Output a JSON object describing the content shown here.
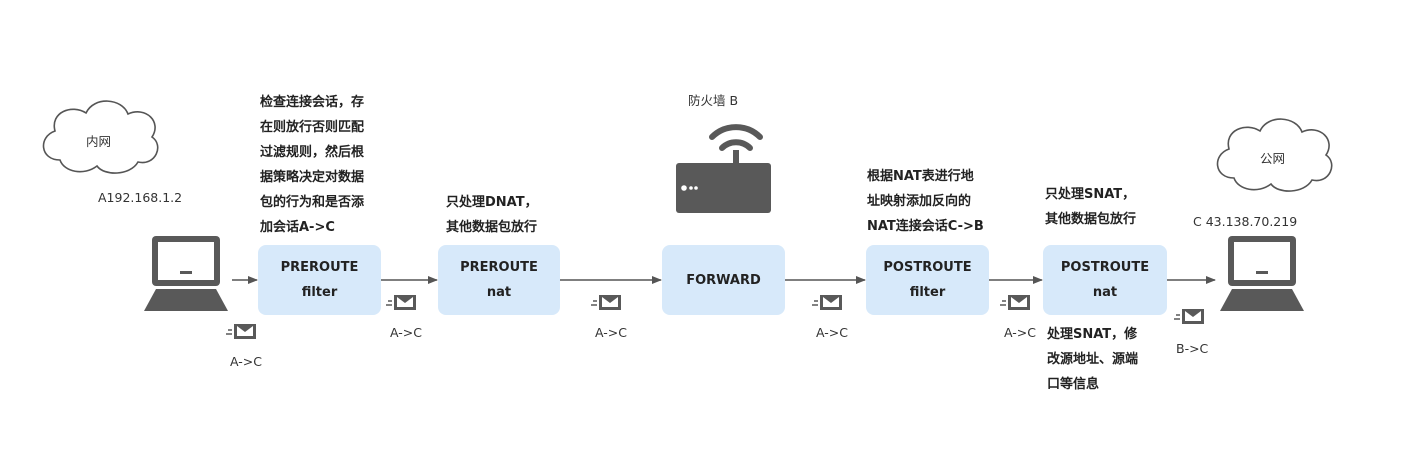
{
  "labels": {
    "intranet": "内网",
    "internet": "公网",
    "firewall": "防火墙 B",
    "host_a": "A192.168.1.2",
    "host_c": "C 43.138.70.219"
  },
  "boxes": [
    {
      "line1": "PREROUTE",
      "line2": "filter"
    },
    {
      "line1": "PREROUTE",
      "line2": "nat"
    },
    {
      "line1": "FORWARD",
      "line2": ""
    },
    {
      "line1": "POSTROUTE",
      "line2": "filter"
    },
    {
      "line1": "POSTROUTE",
      "line2": "nat"
    }
  ],
  "notes": {
    "pre_filter": [
      "检查连接会话，存",
      "在则放行否则匹配",
      "过滤规则，然后根",
      "据策略决定对数据",
      "包的行为和是否添",
      "加会话A->C"
    ],
    "pre_nat": [
      "只处理DNAT，",
      "其他数据包放行"
    ],
    "post_filter": [
      "根据NAT表进行地",
      "址映射添加反向的",
      "NAT连接会话C->B"
    ],
    "post_nat": [
      "只处理SNAT，",
      "其他数据包放行"
    ],
    "snat": [
      "处理SNAT，修",
      "改源地址、源端",
      "口等信息"
    ]
  },
  "packets": [
    "A->C",
    "A->C",
    "A->C",
    "A->C",
    "A->C",
    "B->C"
  ],
  "colors": {
    "box": "#d7e9fa",
    "icon": "#595959",
    "arrow": "#555555"
  }
}
